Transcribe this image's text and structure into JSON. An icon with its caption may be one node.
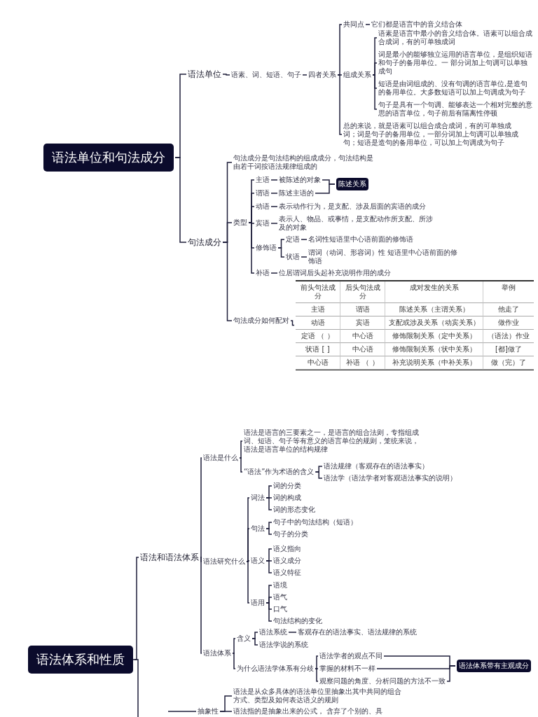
{
  "diagram": {
    "nodes": [
      {
        "text": [
          "语法单位和句法成分"
        ]
      },
      {
        "text": [
          "语法单位"
        ]
      },
      {
        "text": [
          "语素、词、短语、句子"
        ]
      },
      {
        "text": [
          "四者关系"
        ]
      },
      {
        "text": [
          "共同点"
        ]
      },
      {
        "text": [
          "它们都是语言中的音义结合体"
        ]
      },
      {
        "text": [
          "组成关系"
        ]
      },
      {
        "text": [
          "语素是语言中最小的音义结合体。语素可以组合成合成词，有的可单独成词"
        ]
      },
      {
        "text": [
          "词是最小的能够独立运用的语言单位，是组织短语和句子的备用单位。一 部分词加上句调可以单独成句"
        ]
      },
      {
        "text": [
          "短语是由词组成的、没有句调的语言单位,是造句的备用单位。大多数短语可以加上句调成为句子"
        ]
      },
      {
        "text": [
          "句子是具有一个句调、能够表达一个相对完整的意思的语言单位，句子前后有隔离性停顿"
        ]
      },
      {
        "text": [
          "总的来说，就是语素可以组合成合成词，有的可单独成词；词是句子的备用单位，一部分词加上句调可以单独成句；短语是造句的备用单位，可以加上句调成为句子"
        ]
      },
      {
        "text": [
          "句法成分"
        ]
      },
      {
        "text": [
          "句法成分是句法结构的组成成分，句法结构是由若干词按语法规律组成的"
        ]
      },
      {
        "text": [
          "类型"
        ]
      },
      {
        "text": [
          "主语"
        ]
      },
      {
        "text": [
          "被陈述的对象"
        ]
      },
      {
        "text": [
          "谓语"
        ]
      },
      {
        "text": [
          "陈述主语的"
        ]
      },
      {
        "text": [
          "陈述关系"
        ]
      },
      {
        "text": [
          "动语"
        ]
      },
      {
        "text": [
          "表示动作行为，是支配、涉及后面的宾语的成分"
        ]
      },
      {
        "text": [
          "宾语"
        ]
      },
      {
        "text": [
          "表示人、物品、或事情，是支配动作所支配、所涉及的对象"
        ]
      },
      {
        "text": [
          "修饰语"
        ]
      },
      {
        "text": [
          "定语"
        ]
      },
      {
        "text": [
          "名词性短语里中心语前面的修饰语"
        ]
      },
      {
        "text": [
          "状语"
        ]
      },
      {
        "text": [
          "谓词（动词、形容词）性 短语里中心语前面的修饰语"
        ]
      },
      {
        "text": [
          "补语"
        ]
      },
      {
        "text": [
          "位居谓词后头起补充说明作用的成分"
        ]
      },
      {
        "text": [
          "句法成分如何配对"
        ]
      },
      {
        "text": [
          "前头句法成分",
          "后头句法成分",
          "成对发生的关系",
          "举例",
          "主语",
          "谓语",
          "陈述关系（主谓关系）",
          "他走了",
          "动语",
          "宾语",
          "支配或涉及关系（动宾关系）",
          "做作业",
          "定语 （ ）",
          "中心语",
          "修饰限制关系（定中关系）",
          "（语法）作业",
          "状语 [ ]",
          "中心语",
          "修饰限制关系（状中关系）",
          "[都]做了",
          "中心语",
          "补语 （ ）",
          "补充说明关系（中补关系）",
          "做（完）了"
        ]
      },
      {
        "text": [
          "语法体系和性质"
        ]
      },
      {
        "text": [
          "语法和语法体系"
        ]
      },
      {
        "text": [
          "语法是什么"
        ]
      },
      {
        "text": [
          "语法是语言的三要素之一，是语言的组合法则，专指组成词、短语、句子等有意义的语言单位的规则，笼统来说，语法是语言单位的结构规律"
        ]
      },
      {
        "text": [
          "“语法”作为术语的含义"
        ]
      },
      {
        "text": [
          "语法规律（客观存在的语法事实）"
        ]
      },
      {
        "text": [
          "语法学（语法学者对客观语法事实的说明）"
        ]
      },
      {
        "text": [
          "语法研究什么"
        ]
      },
      {
        "text": [
          "词法"
        ]
      },
      {
        "text": [
          "词的分类"
        ]
      },
      {
        "text": [
          "词的构成"
        ]
      },
      {
        "text": [
          "词的形态变化"
        ]
      },
      {
        "text": [
          "句法"
        ]
      },
      {
        "text": [
          "句子中的句法结构（短语）"
        ]
      },
      {
        "text": [
          "句子的分类"
        ]
      },
      {
        "text": [
          "语义"
        ]
      },
      {
        "text": [
          "语义指向"
        ]
      },
      {
        "text": [
          "语义成分"
        ]
      },
      {
        "text": [
          "语义特征"
        ]
      },
      {
        "text": [
          "语用"
        ]
      },
      {
        "text": [
          "语境"
        ]
      },
      {
        "text": [
          "语气"
        ]
      },
      {
        "text": [
          "口气"
        ]
      },
      {
        "text": [
          "句法结构的变化"
        ]
      },
      {
        "text": [
          "语法体系"
        ]
      },
      {
        "text": [
          "含义"
        ]
      },
      {
        "text": [
          "语法系统"
        ]
      },
      {
        "text": [
          "客观存在的语法事实、语法规律的系统"
        ]
      },
      {
        "text": [
          "语法学说的系统"
        ]
      },
      {
        "text": [
          "为什么语法学体系有分歧"
        ]
      },
      {
        "text": [
          "语法学者的观点不同"
        ]
      },
      {
        "text": [
          "掌握的材料不一样"
        ]
      },
      {
        "text": [
          "观察问题的角度、分析问题的方法不一致"
        ]
      },
      {
        "text": [
          "语法体系带有主观成分"
        ]
      },
      {
        "text": [
          "抽象性"
        ]
      },
      {
        "text": [
          "语法是从众多具体的语法单位里抽象出其中共同的组合方式、类型及如何表达语义的规则"
        ]
      },
      {
        "text": [
          "语法指的是抽象出来的公式， 含弃了个别的、具"
        ]
      }
    ],
    "edges": [
      {
        "from": 0,
        "to": 1,
        "arrow": "none"
      },
      {
        "from": 0,
        "to": 12,
        "arrow": "none"
      },
      {
        "from": 1,
        "to": 2,
        "arrow": "none"
      },
      {
        "from": 2,
        "to": 3,
        "arrow": "none"
      },
      {
        "from": 3,
        "to": 4,
        "arrow": "none"
      },
      {
        "from": 3,
        "to": 6,
        "arrow": "none"
      },
      {
        "from": 3,
        "to": 11,
        "arrow": "none"
      },
      {
        "from": 4,
        "to": 5,
        "arrow": "none"
      },
      {
        "from": 6,
        "to": 7,
        "arrow": "none"
      },
      {
        "from": 6,
        "to": 8,
        "arrow": "none"
      },
      {
        "from": 6,
        "to": 9,
        "arrow": "none"
      },
      {
        "from": 6,
        "to": 10,
        "arrow": "none"
      },
      {
        "from": 12,
        "to": 13,
        "arrow": "none"
      },
      {
        "from": 12,
        "to": 14,
        "arrow": "none"
      },
      {
        "from": 12,
        "to": 31,
        "arrow": "none"
      },
      {
        "from": 14,
        "to": 15,
        "arrow": "none"
      },
      {
        "from": 14,
        "to": 17,
        "arrow": "none"
      },
      {
        "from": 14,
        "to": 20,
        "arrow": "none"
      },
      {
        "from": 14,
        "to": 22,
        "arrow": "none"
      },
      {
        "from": 14,
        "to": 24,
        "arrow": "none"
      },
      {
        "from": 14,
        "to": 29,
        "arrow": "none"
      },
      {
        "from": 15,
        "to": 16,
        "arrow": "none"
      },
      {
        "from": 17,
        "to": 18,
        "arrow": "none"
      },
      {
        "from": 16,
        "to": 19,
        "arrow": "none"
      },
      {
        "from": 18,
        "to": 19,
        "arrow": "none"
      },
      {
        "from": 20,
        "to": 21,
        "arrow": "none"
      },
      {
        "from": 22,
        "to": 23,
        "arrow": "none"
      },
      {
        "from": 24,
        "to": 25,
        "arrow": "none"
      },
      {
        "from": 24,
        "to": 27,
        "arrow": "none"
      },
      {
        "from": 25,
        "to": 26,
        "arrow": "none"
      },
      {
        "from": 27,
        "to": 28,
        "arrow": "none"
      },
      {
        "from": 29,
        "to": 30,
        "arrow": "none"
      },
      {
        "from": 31,
        "to": 32,
        "arrow": "none"
      },
      {
        "from": 33,
        "to": 34,
        "arrow": "none"
      },
      {
        "from": 33,
        "to": null,
        "arrow": "none"
      },
      {
        "from": 34,
        "to": 35,
        "arrow": "none"
      },
      {
        "from": 34,
        "to": 40,
        "arrow": "none"
      },
      {
        "from": 34,
        "to": 57,
        "arrow": "none"
      },
      {
        "from": 35,
        "to": 36,
        "arrow": "none"
      },
      {
        "from": 35,
        "to": 37,
        "arrow": "none"
      },
      {
        "from": 37,
        "to": 38,
        "arrow": "none"
      },
      {
        "from": 37,
        "to": 39,
        "arrow": "none"
      },
      {
        "from": 40,
        "to": 41,
        "arrow": "none"
      },
      {
        "from": 40,
        "to": 45,
        "arrow": "none"
      },
      {
        "from": 40,
        "to": 48,
        "arrow": "none"
      },
      {
        "from": 40,
        "to": 52,
        "arrow": "none"
      },
      {
        "from": 41,
        "to": 42,
        "arrow": "none"
      },
      {
        "from": 41,
        "to": 43,
        "arrow": "none"
      },
      {
        "from": 41,
        "to": 44,
        "arrow": "none"
      },
      {
        "from": 45,
        "to": 46,
        "arrow": "none"
      },
      {
        "from": 45,
        "to": 47,
        "arrow": "none"
      },
      {
        "from": 48,
        "to": 49,
        "arrow": "none"
      },
      {
        "from": 48,
        "to": 50,
        "arrow": "none"
      },
      {
        "from": 48,
        "to": 51,
        "arrow": "none"
      },
      {
        "from": 52,
        "to": 53,
        "arrow": "none"
      },
      {
        "from": 52,
        "to": 54,
        "arrow": "none"
      },
      {
        "from": 52,
        "to": 55,
        "arrow": "none"
      },
      {
        "from": 52,
        "to": 56,
        "arrow": "none"
      },
      {
        "from": 57,
        "to": 58,
        "arrow": "none"
      },
      {
        "from": 57,
        "to": 62,
        "arrow": "none"
      },
      {
        "from": 58,
        "to": 59,
        "arrow": "none"
      },
      {
        "from": 58,
        "to": 61,
        "arrow": "none"
      },
      {
        "from": 59,
        "to": 60,
        "arrow": "none"
      },
      {
        "from": 62,
        "to": 63,
        "arrow": "none"
      },
      {
        "from": 62,
        "to": 64,
        "arrow": "none"
      },
      {
        "from": 62,
        "to": 65,
        "arrow": "none"
      },
      {
        "from": 63,
        "to": 66,
        "arrow": "none"
      },
      {
        "from": 64,
        "to": 66,
        "arrow": "none"
      },
      {
        "from": 65,
        "to": 66,
        "arrow": "none"
      },
      {
        "from": null,
        "to": 67,
        "arrow": "none"
      },
      {
        "from": 67,
        "to": 68,
        "arrow": "none"
      },
      {
        "from": 67,
        "to": 69,
        "arrow": "none"
      }
    ]
  }
}
